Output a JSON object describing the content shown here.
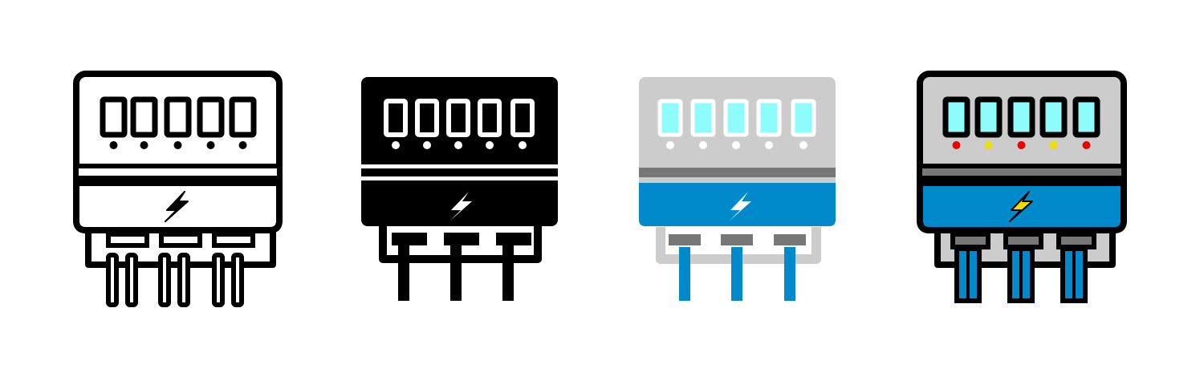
{
  "icons": [
    {
      "name": "electric-meter-outline-icon",
      "style": "outline",
      "colors": {
        "stroke": "#000000",
        "body": "#ffffff",
        "band": "#ffffff",
        "divider": "#ffffff",
        "window": "#ffffff",
        "dots": [
          "#000000",
          "#000000",
          "#000000",
          "#000000",
          "#000000"
        ],
        "bolt": "#000000",
        "block": "#ffffff",
        "cable": "#ffffff",
        "frame": "#ffffff"
      }
    },
    {
      "name": "electric-meter-glyph-icon",
      "style": "glyph",
      "colors": {
        "body": "#000000",
        "window": "#000000",
        "window_outline": "#ffffff",
        "dots": [
          "#ffffff",
          "#ffffff",
          "#ffffff",
          "#ffffff",
          "#ffffff"
        ],
        "gap": "#ffffff",
        "bolt": "#ffffff",
        "block": "#000000",
        "cable": "#000000"
      }
    },
    {
      "name": "electric-meter-flat-color-icon",
      "style": "flat",
      "colors": {
        "body": "#cccccc",
        "band": "#008acc",
        "divider": "#777777",
        "window": "#8ffcfc",
        "window_outline": "#ffffff",
        "dots": [
          "#ffffff",
          "#ffffff",
          "#ffffff",
          "#ffffff",
          "#ffffff"
        ],
        "bolt": "#ffffff",
        "block": "#777777",
        "frame": "#cccccc",
        "cable": "#008acc"
      }
    },
    {
      "name": "electric-meter-filled-outline-icon",
      "style": "filled-outline",
      "colors": {
        "stroke": "#000000",
        "body": "#cccccc",
        "band": "#008acc",
        "divider": "#777777",
        "window": "#8ffcfc",
        "dots": [
          "#ee0000",
          "#eedd00",
          "#ee0000",
          "#eedd00",
          "#ee0000"
        ],
        "bolt": "#eedd00",
        "block": "#777777",
        "frame": "#cccccc",
        "cable": "#008acc"
      }
    }
  ]
}
